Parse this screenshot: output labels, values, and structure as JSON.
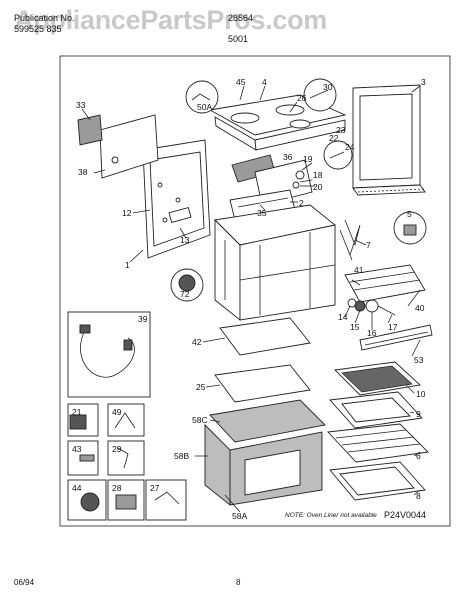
{
  "header": {
    "publication_label": "Publication No.",
    "publication_number": "599525 835",
    "model": "28564",
    "model_sub": "5001"
  },
  "watermark": "AppliancePartsPros.com",
  "callouts": [
    "45",
    "4",
    "26",
    "30",
    "3",
    "33",
    "50A",
    "22",
    "23",
    "24",
    "36",
    "19",
    "18",
    "20",
    "38",
    "12",
    "13",
    "2",
    "35",
    "5",
    "7",
    "1",
    "41",
    "72",
    "14",
    "15",
    "16",
    "17",
    "40",
    "39",
    "42",
    "53",
    "21",
    "49",
    "25",
    "10",
    "9",
    "43",
    "29",
    "58C",
    "58B",
    "6",
    "44",
    "28",
    "27",
    "8",
    "58A"
  ],
  "note": "NOTE: Oven Liner not available",
  "diagram_code": "P24V0044",
  "footer": {
    "date": "06/94",
    "page": "8"
  }
}
